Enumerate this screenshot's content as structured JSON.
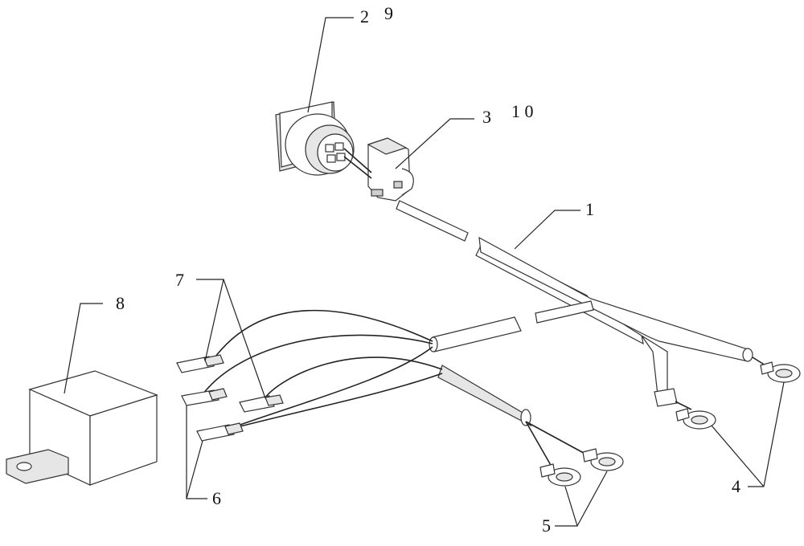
{
  "labels": {
    "l1": "1",
    "l2": "2",
    "l9": "9",
    "l3": "3",
    "l10": "1 0",
    "l4": "4",
    "l5": "5",
    "l6": "6",
    "l7": "7",
    "l8": "8"
  }
}
